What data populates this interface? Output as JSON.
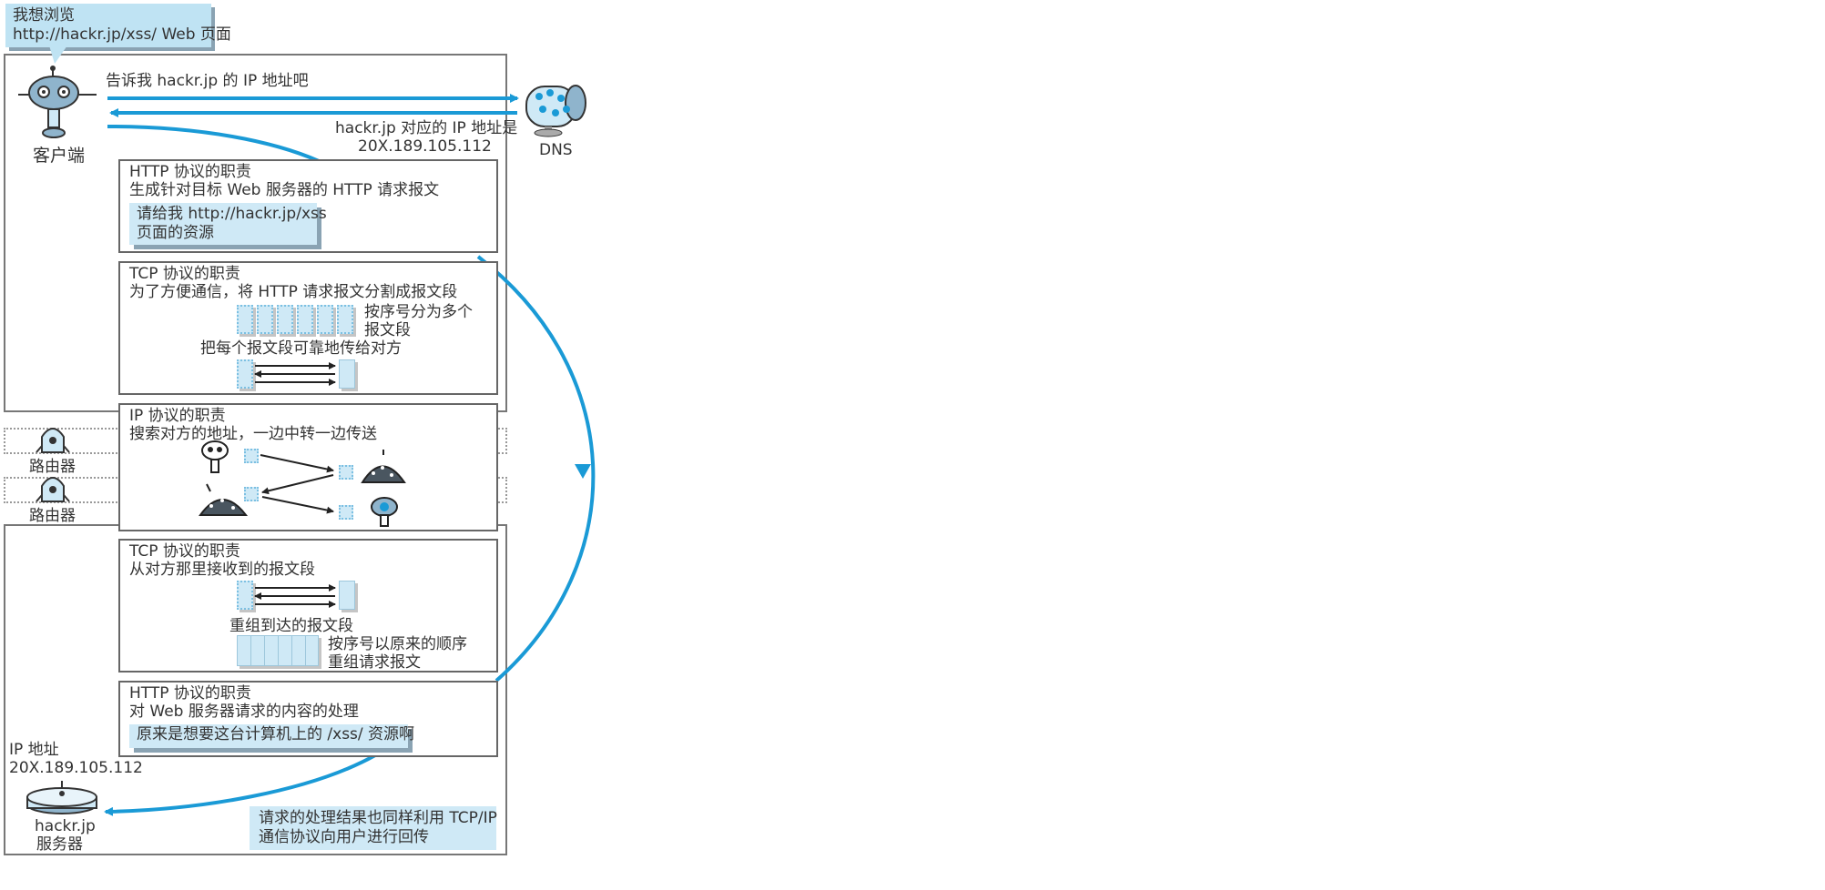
{
  "bubble": {
    "line1": "我想浏览",
    "line2": "http://hackr.jp/xss/ Web 页面"
  },
  "client": {
    "label": "客户端"
  },
  "dns": {
    "label": "DNS",
    "request": "告诉我 hackr.jp 的 IP 地址吧",
    "response_line1": "hackr.jp 对应的 IP 地址是",
    "response_line2": "20X.189.105.112"
  },
  "http_send": {
    "title": "HTTP 协议的职责",
    "desc": "生成针对目标 Web 服务器的 HTTP 请求报文",
    "note_line1": "请给我 http://hackr.jp/xss",
    "note_line2": "页面的资源"
  },
  "tcp_send": {
    "title": "TCP 协议的职责",
    "desc": "为了方便通信，将 HTTP 请求报文分割成报文段",
    "seq_line1": "按序号分为多个",
    "seq_line2": "报文段",
    "reliable": "把每个报文段可靠地传给对方"
  },
  "ip": {
    "title": "IP 协议的职责",
    "desc": "搜索对方的地址，一边中转一边传送"
  },
  "routers": [
    {
      "label": "路由器"
    },
    {
      "label": "路由器"
    }
  ],
  "tcp_recv": {
    "title": "TCP 协议的职责",
    "desc": "从对方那里接收到的报文段",
    "reassemble": "重组到达的报文段",
    "order_line1": "按序号以原来的顺序",
    "order_line2": "重组请求报文"
  },
  "http_recv": {
    "title": "HTTP 协议的职责",
    "desc": "对 Web 服务器请求的内容的处理",
    "note": "原来是想要这台计算机上的 /xss/ 资源啊"
  },
  "server": {
    "ip_label": "IP 地址",
    "ip_value": "20X.189.105.112",
    "name_line1": "hackr.jp",
    "name_line2": "服务器"
  },
  "reply": {
    "line1": "请求的处理结果也同样利用 TCP/IP",
    "line2": "通信协议向用户进行回传"
  },
  "colors": {
    "accent": "#1a9ad6",
    "highlight": "#cfe9f6",
    "frame": "#777777"
  }
}
